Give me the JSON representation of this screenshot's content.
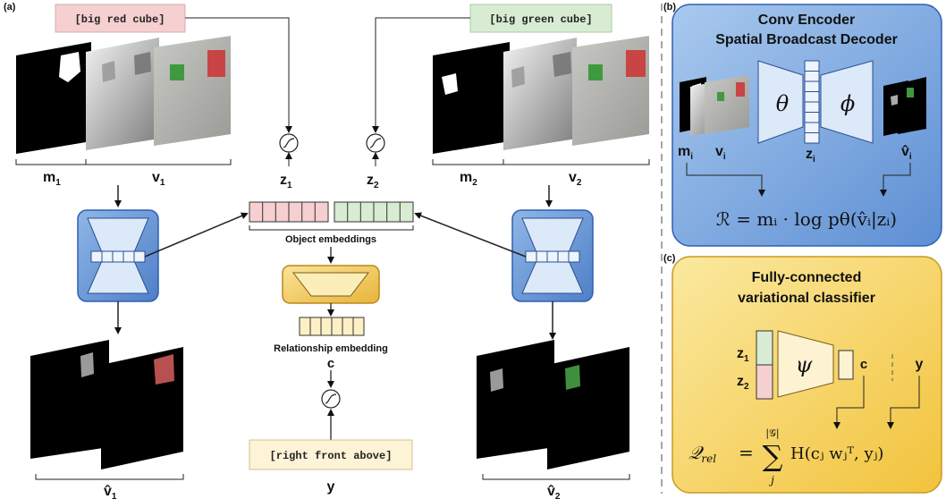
{
  "panels": {
    "a": "(a)",
    "b": "(b)",
    "c": "(c)"
  },
  "captions": {
    "cap1": "[big red cube]",
    "cap2": "[big green cube]",
    "rel_caption": "[right front above]"
  },
  "labels": {
    "m1": "m",
    "m1_sub": "1",
    "v1": "v",
    "v1_sub": "1",
    "m2": "m",
    "m2_sub": "2",
    "v2": "v",
    "v2_sub": "2",
    "z1": "z",
    "z1_sub": "1",
    "z2": "z",
    "z2_sub": "2",
    "vhat1": "v̂",
    "vhat1_sub": "1",
    "vhat2": "v̂",
    "vhat2_sub": "2",
    "object_embeddings": "Object embeddings",
    "relationship_embedding": "Relationship embedding",
    "c": "c",
    "y": "y"
  },
  "panel_b": {
    "title1": "Conv Encoder",
    "title2": "Spatial Broadcast Decoder",
    "theta": "θ",
    "phi": "ϕ",
    "mi": "m",
    "mi_sub": "i",
    "vi": "v",
    "vi_sub": "i",
    "zi": "z",
    "zi_sub": "i",
    "vhati": "v̂",
    "vhati_sub": "i",
    "formula": "ℛ = mᵢ · log pθ(v̂ᵢ|zᵢ)"
  },
  "panel_c": {
    "title1": "Fully-connected",
    "title2": "variational classifier",
    "z1": "z",
    "z1_sub": "1",
    "z2": "z",
    "z2_sub": "2",
    "psi": "ψ",
    "c": "c",
    "y": "y",
    "formula_lhs": "𝒬",
    "formula_lhs_sub": "rel",
    "formula_sum_top": "|𝒢|",
    "formula_sum_bottom": "j",
    "formula_body": "H(cⱼ wⱼᵀ, yⱼ)"
  },
  "colors": {
    "blue_box": "#cfe2f6",
    "blue_border": "#2f5fb5",
    "yellow_box": "#fce9a6",
    "yellow_border": "#d4a52a",
    "pink": "#f6cfd0",
    "green": "#d7ecd3",
    "cream": "#fdf3d6"
  }
}
